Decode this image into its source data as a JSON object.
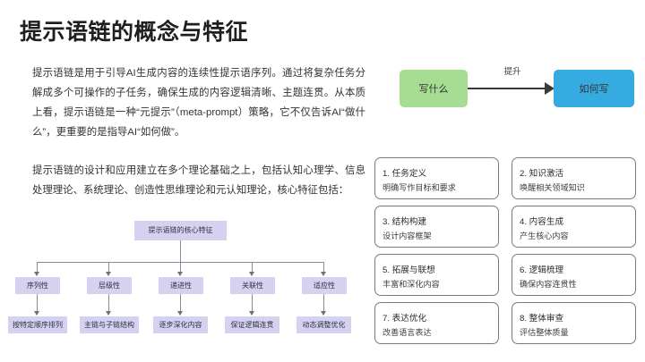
{
  "page": {
    "title": "提示语链的概念与特征"
  },
  "body": {
    "paragraph_1": "提示语链是用于引导AI生成内容的连续性提示语序列。通过将复杂任务分解成多个可操作的子任务，确保生成的内容逻辑清晰、主题连贯。从本质上看，提示语链是一种“元提示”（meta-prompt）策略，它不仅告诉AI“做什么”，更重要的是指导AI“如何做”。",
    "paragraph_2": "提示语链的设计和应用建立在多个理论基础之上，包括认知心理学、信息处理理论、系统理论、创造性思维理论和元认知理论，核心特征包括："
  },
  "flow": {
    "start_label": "写什么",
    "end_label": "如何写",
    "arrow_label": "提升",
    "start_color": "#a6dd92",
    "end_color": "#35abe2",
    "arrow_color": "#3a3a3a"
  },
  "cards": [
    {
      "title": "1. 任务定义",
      "desc": "明确写作目标和要求"
    },
    {
      "title": "2. 知识激活",
      "desc": "唤醒相关领域知识"
    },
    {
      "title": "3. 结构构建",
      "desc": "设计内容框架"
    },
    {
      "title": "4. 内容生成",
      "desc": "产生核心内容"
    },
    {
      "title": "5. 拓展与联想",
      "desc": "丰富和深化内容"
    },
    {
      "title": "6. 逻辑梳理",
      "desc": "确保内容连贯性"
    },
    {
      "title": "7. 表达优化",
      "desc": "改善语言表达"
    },
    {
      "title": "8. 整体审查",
      "desc": "评估整体质量"
    }
  ],
  "tree": {
    "root": "提示语链的核心特征",
    "node_color": "#d4d2f0",
    "connector_color": "#8a8a9a",
    "branches": [
      {
        "feature": "序列性",
        "detail": "按特定顺序排列"
      },
      {
        "feature": "层级性",
        "detail": "主链与子链结构"
      },
      {
        "feature": "递进性",
        "detail": "逐步深化内容"
      },
      {
        "feature": "关联性",
        "detail": "保证逻辑连贯"
      },
      {
        "feature": "适应性",
        "detail": "动态调整优化"
      }
    ]
  }
}
